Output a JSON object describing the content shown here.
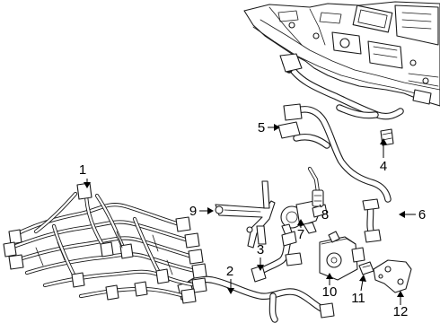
{
  "diagram": {
    "callouts": [
      {
        "id": "1",
        "label": "1"
      },
      {
        "id": "2",
        "label": "2"
      },
      {
        "id": "3",
        "label": "3"
      },
      {
        "id": "4",
        "label": "4"
      },
      {
        "id": "5",
        "label": "5"
      },
      {
        "id": "6",
        "label": "6"
      },
      {
        "id": "7",
        "label": "7"
      },
      {
        "id": "8",
        "label": "8"
      },
      {
        "id": "9",
        "label": "9"
      },
      {
        "id": "10",
        "label": "10"
      },
      {
        "id": "11",
        "label": "11"
      },
      {
        "id": "12",
        "label": "12"
      }
    ],
    "line_color": "#1a1a1a",
    "background": "#ffffff"
  }
}
